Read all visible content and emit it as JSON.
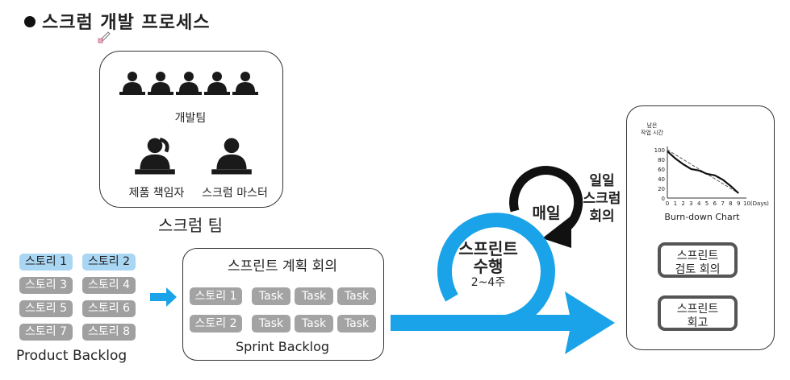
{
  "title": "스크럼 개발 프로세스",
  "scrum_team": {
    "dev_team_label": "개발팀",
    "product_owner_label": "제품 책임자",
    "scrum_master_label": "스크럼 마스터",
    "caption": "스크럼 팀"
  },
  "product_backlog": {
    "stories": [
      "스토리 1",
      "스토리 2",
      "스토리 3",
      "스토리 4",
      "스토리 5",
      "스토리 6",
      "스토리 7",
      "스토리 8"
    ],
    "caption": "Product Backlog"
  },
  "sprint_backlog": {
    "meeting_title": "스프린트 계획 회의",
    "rows": [
      {
        "story": "스토리 1",
        "tasks": [
          "Task",
          "Task",
          "Task"
        ]
      },
      {
        "story": "스토리 2",
        "tasks": [
          "Task",
          "Task",
          "Task"
        ]
      }
    ],
    "caption": "Sprint Backlog"
  },
  "sprint": {
    "line1": "스프린트",
    "line2": "수행",
    "duration": "2~4주",
    "daily": "매일",
    "daily_scrum": [
      "일일",
      "스크럼",
      "회의"
    ]
  },
  "burndown": {
    "ylabel_lines": [
      "남은",
      "작업 시간"
    ],
    "y_ticks": [
      "100",
      "80",
      "60",
      "40",
      "20",
      "0"
    ],
    "x_ticks": [
      "0",
      "1",
      "2",
      "3",
      "4",
      "5",
      "6",
      "7",
      "8",
      "9",
      "10(Days)"
    ],
    "caption": "Burn-down Chart"
  },
  "review": {
    "sprint_review": [
      "스프린트",
      "검토 회의"
    ],
    "retrospective": [
      "스프린트",
      "회고"
    ]
  },
  "colors": {
    "accent_blue": "#1aa3e8",
    "story_highlight": "#a9d6f2",
    "story_grey": "#a0a0a0"
  },
  "chart_data": {
    "type": "line",
    "title": "",
    "xlabel": "Days",
    "ylabel": "남은 작업 시간",
    "x": [
      0,
      1,
      2,
      3,
      4,
      5,
      6,
      7,
      8,
      9
    ],
    "series": [
      {
        "values": [
          97,
          82,
          70,
          60,
          57,
          50,
          47,
          38,
          25,
          10
        ]
      },
      {
        "values": [
          100,
          90,
          80,
          70,
          60,
          50,
          40,
          30,
          20,
          10
        ]
      }
    ],
    "xlim": [
      0,
      10
    ],
    "ylim": [
      0,
      100
    ]
  }
}
